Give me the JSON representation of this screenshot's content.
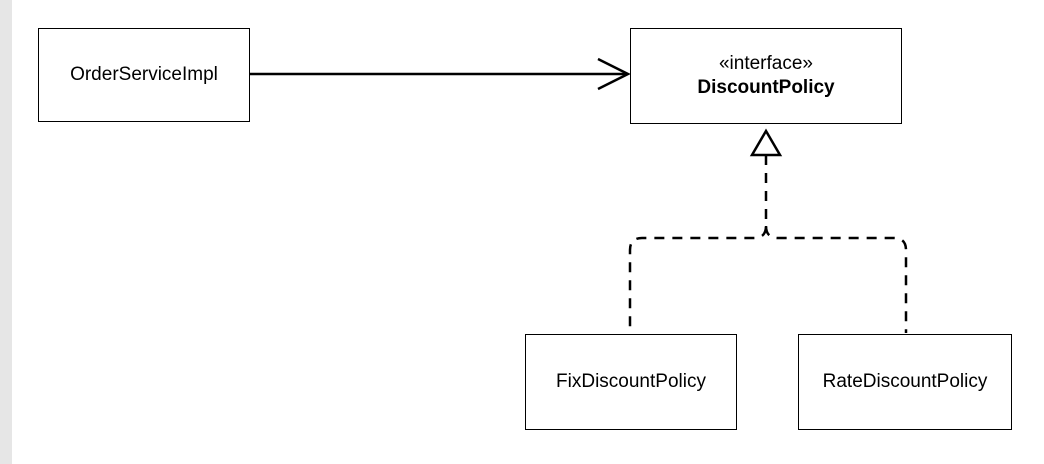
{
  "diagram": {
    "classes": {
      "order_service_impl": {
        "label": "OrderServiceImpl"
      },
      "discount_policy": {
        "stereotype": "«interface»",
        "label": "DiscountPolicy"
      },
      "fix_discount_policy": {
        "label": "FixDiscountPolicy"
      },
      "rate_discount_policy": {
        "label": "RateDiscountPolicy"
      }
    },
    "relations": [
      {
        "from": "OrderServiceImpl",
        "to": "DiscountPolicy",
        "type": "association"
      },
      {
        "from": "FixDiscountPolicy",
        "to": "DiscountPolicy",
        "type": "realization"
      },
      {
        "from": "RateDiscountPolicy",
        "to": "DiscountPolicy",
        "type": "realization"
      }
    ]
  }
}
